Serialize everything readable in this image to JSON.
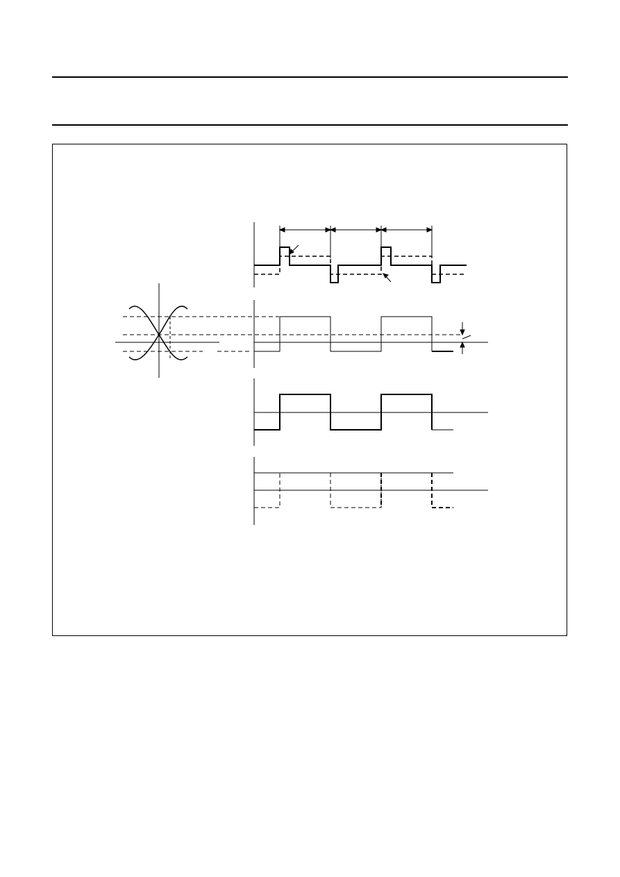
{
  "document": {
    "header_text": "",
    "figure_caption": ""
  },
  "diagram": {
    "description_labels": [],
    "colors": {
      "stroke": "#000000",
      "background": "#ffffff"
    },
    "panels": [
      {
        "id": "phase-timing",
        "waveform": "solid-with-dashed-overlay"
      },
      {
        "id": "comparator-input",
        "waveform": "square-with-threshold"
      },
      {
        "id": "output-solid",
        "waveform": "square"
      },
      {
        "id": "output-dashed",
        "waveform": "dashed-square"
      }
    ],
    "transfer_curve": "crossing-sigmoids"
  }
}
